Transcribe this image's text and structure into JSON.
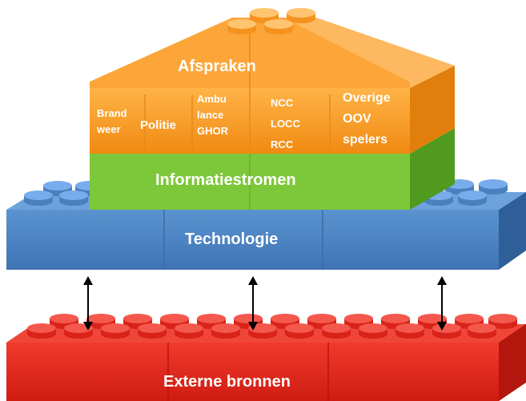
{
  "layers": {
    "afspraken": "Afspraken",
    "informatiestromen": "Informatiestromen",
    "technologie": "Technologie",
    "externe_bronnen": "Externe bronnen"
  },
  "agencies": {
    "brandweer": [
      "Brand",
      "weer"
    ],
    "politie": "Politie",
    "ambulance": [
      "Ambu",
      "lance",
      "GHOR"
    ],
    "ncc": [
      "NCC",
      "LOCC",
      "RCC"
    ],
    "overige": [
      "Overige",
      "OOV",
      "spelers"
    ]
  },
  "colors": {
    "orange": "#f5921e",
    "green": "#7dc83a",
    "blue": "#4a80bd",
    "red": "#e0251b",
    "arrow": "#000000"
  },
  "arrows": {
    "count": 3,
    "style": "double-headed"
  }
}
